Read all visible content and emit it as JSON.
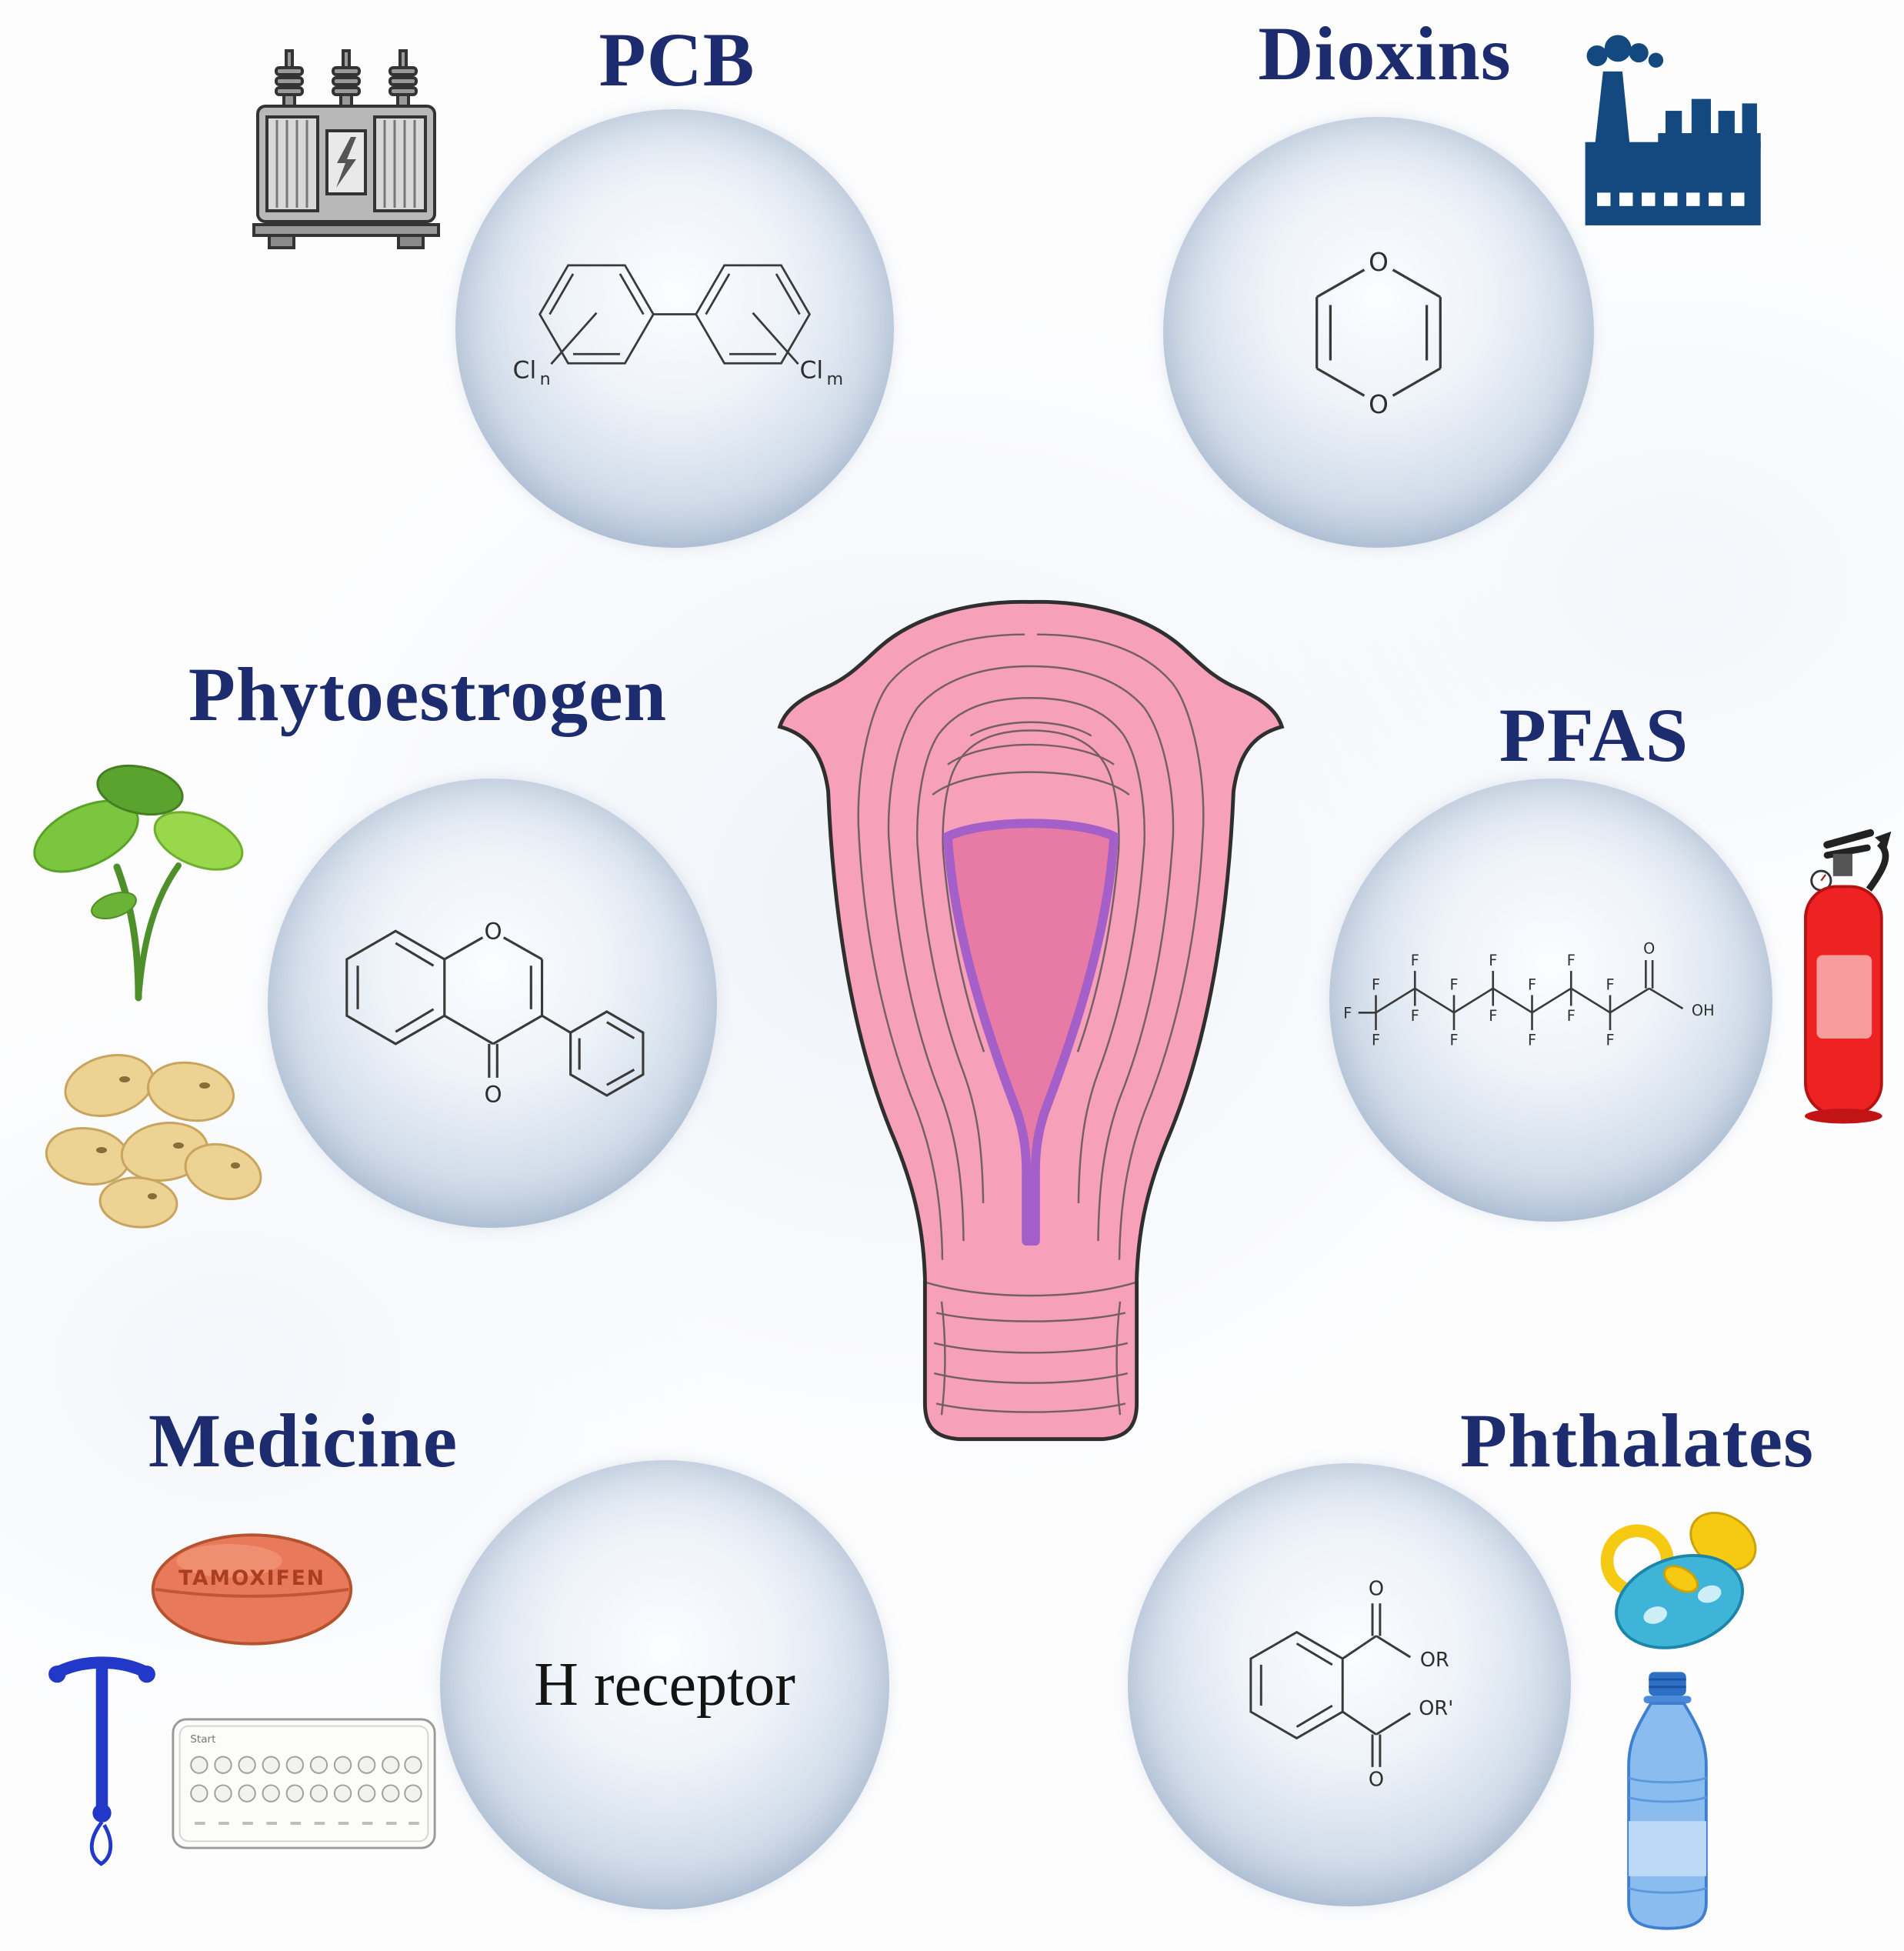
{
  "figure": {
    "labels": {
      "pcb": "PCB",
      "dioxins": "Dioxins",
      "phytoestrogen": "Phytoestrogen",
      "pfas": "PFAS",
      "medicine": "Medicine",
      "phthalates": "Phthalates"
    },
    "colors": {
      "label_navy": "#1c2c6e",
      "bubble_edge": "#98abc4",
      "uterus_pink": "#f6a0ba",
      "cavity_pink": "#e87aa6",
      "cavity_purple": "#a45fc9",
      "factory_navy": "#14497f",
      "extinguisher_red": "#ee2222",
      "iud_blue": "#2238c8",
      "pacifier_teal": "#3db4d8",
      "pacifier_yellow": "#f6c913",
      "bottle_blue": "#8bbcf0"
    }
  },
  "chem": {
    "pcb": {
      "cl": "Cl",
      "sub_left": "n",
      "sub_right": "m"
    },
    "dioxin": {
      "o": "O"
    },
    "isoflavone": {
      "o": "O"
    },
    "pfas": {
      "f": "F",
      "o": "O",
      "oh": "OH"
    },
    "phthalate": {
      "o": "O",
      "or_top": "OR",
      "or_bottom": "OR'"
    }
  },
  "medicine": {
    "receptor_text": "H receptor",
    "pill_text": "TAMOXIFEN",
    "pillpack_start": "Start"
  }
}
